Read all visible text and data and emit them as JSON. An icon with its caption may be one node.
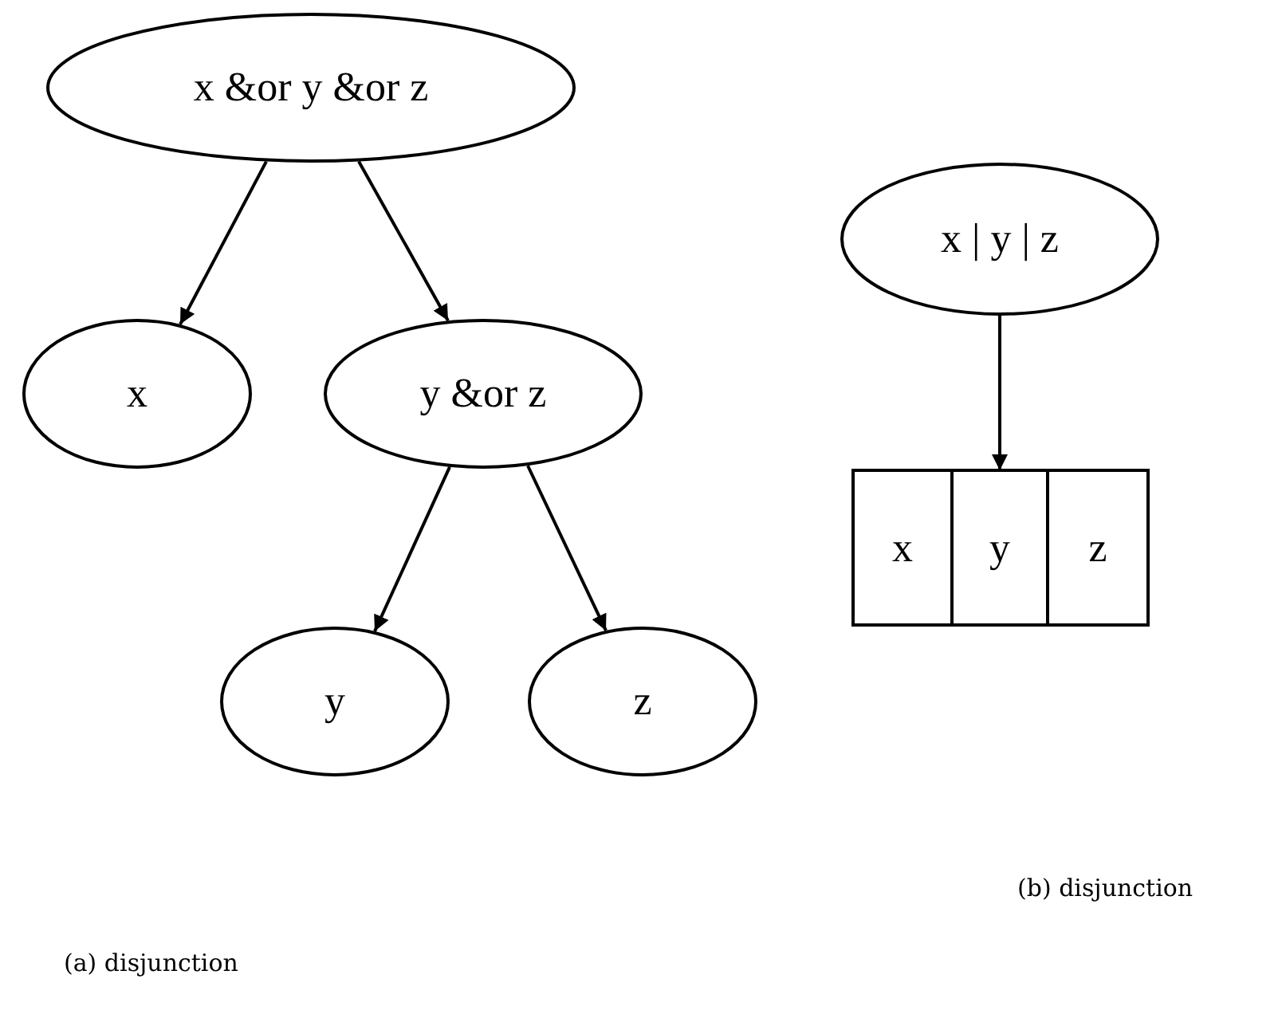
{
  "diagram": {
    "nodes": [
      {
        "text": [
          "x &or y &or z"
        ]
      },
      {
        "text": [
          "x"
        ]
      },
      {
        "text": [
          "y &or z"
        ]
      },
      {
        "text": [
          "y"
        ]
      },
      {
        "text": [
          "z"
        ]
      },
      {
        "text": [
          "x | y | z"
        ]
      },
      {
        "text": [],
        "shape": "box"
      },
      {
        "text": [
          "x"
        ],
        "in": 6
      },
      {
        "text": [
          "y"
        ],
        "in": 6
      },
      {
        "text": [
          "z"
        ],
        "in": 6
      }
    ],
    "edges": [
      {
        "from": 0,
        "to": 1,
        "arrow": "to"
      },
      {
        "from": 0,
        "to": 2,
        "arrow": "to"
      },
      {
        "from": 2,
        "to": 3,
        "arrow": "to"
      },
      {
        "from": 2,
        "to": 4,
        "arrow": "to"
      },
      {
        "from": 5,
        "to": 8,
        "arrow": "to"
      }
    ],
    "labels": [
      "(b) disjunction",
      "(a) disjunction"
    ]
  }
}
